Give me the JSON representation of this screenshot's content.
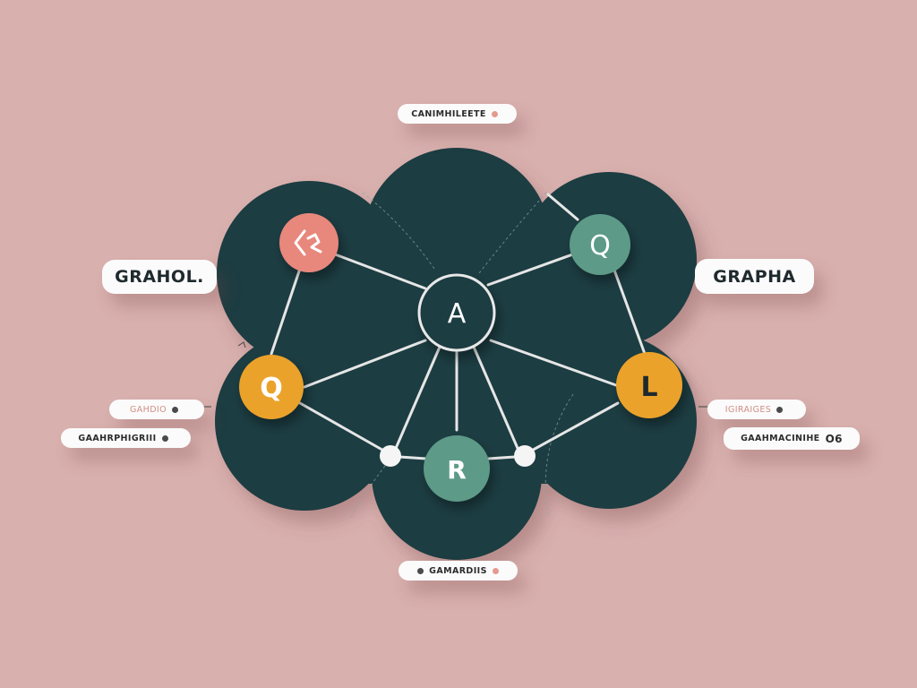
{
  "labels": {
    "top": "CANIMHILEETE",
    "left_big": "GRAHOL.",
    "right_big": "GRAPHA",
    "left_small_1": "GAHDIO",
    "left_small_2": "GAAHRPHIGRIII",
    "right_small_1": "IGIRAIGES",
    "right_small_2": "GAAHMACINIHE",
    "right_small_2_icon_text": "O6",
    "bottom": "GAMARDIIS"
  },
  "nodes": {
    "center": "A",
    "left": "Q",
    "right_top": "Q",
    "right": "L",
    "bottom": "R"
  },
  "colors": {
    "background": "#d8b0ae",
    "cloud": "#1b3d42",
    "coral": "#e8877c",
    "sage": "#5d9a87",
    "amber": "#eba22a",
    "edge": "#e8e8e8"
  },
  "icons": {
    "coral_node": "bracket-code-icon"
  }
}
